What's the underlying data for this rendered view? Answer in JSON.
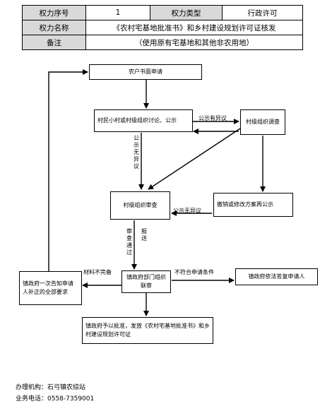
{
  "table": {
    "row1": {
      "power_no_label": "权力序号",
      "power_no_value": "1",
      "power_type_label": "权力类型",
      "power_type_value": "行政许可"
    },
    "row2": {
      "name_label": "权力名称",
      "name_value": "《农村宅基地批准书》和乡村建设规划许可证核发"
    },
    "row3": {
      "note_label": "备注",
      "note_value": "（使用原有宅基地和其他非农用地）"
    }
  },
  "flow": {
    "apply": "农户书面申请",
    "discuss": "村民小村或村级组织讨论、公示",
    "investigate": "村级组织调查",
    "revise": "撤销或修改方案再公示",
    "village_review": "村级组织审查",
    "town_review": "镇政府部门组织联审",
    "notify_supplement": "镇政府一次告知申请人补正的全部要求",
    "reply": "镇政府依法答复申请人",
    "approve": "镇政府予以批准，发放《农村宅基地批准书》和乡村建设规划许可证"
  },
  "labels": {
    "objection": "公示有异议",
    "no_objection_v": "公示无异议",
    "no_objection_h": "公示无异议",
    "review_pass": "审查通过",
    "submit": "报送",
    "incomplete": "材料不完备",
    "not_meet": "不符合申请条件"
  },
  "footer": {
    "agency": "办理机构：石弓镇农综站",
    "phone": "业务电话：0558-7359001"
  }
}
